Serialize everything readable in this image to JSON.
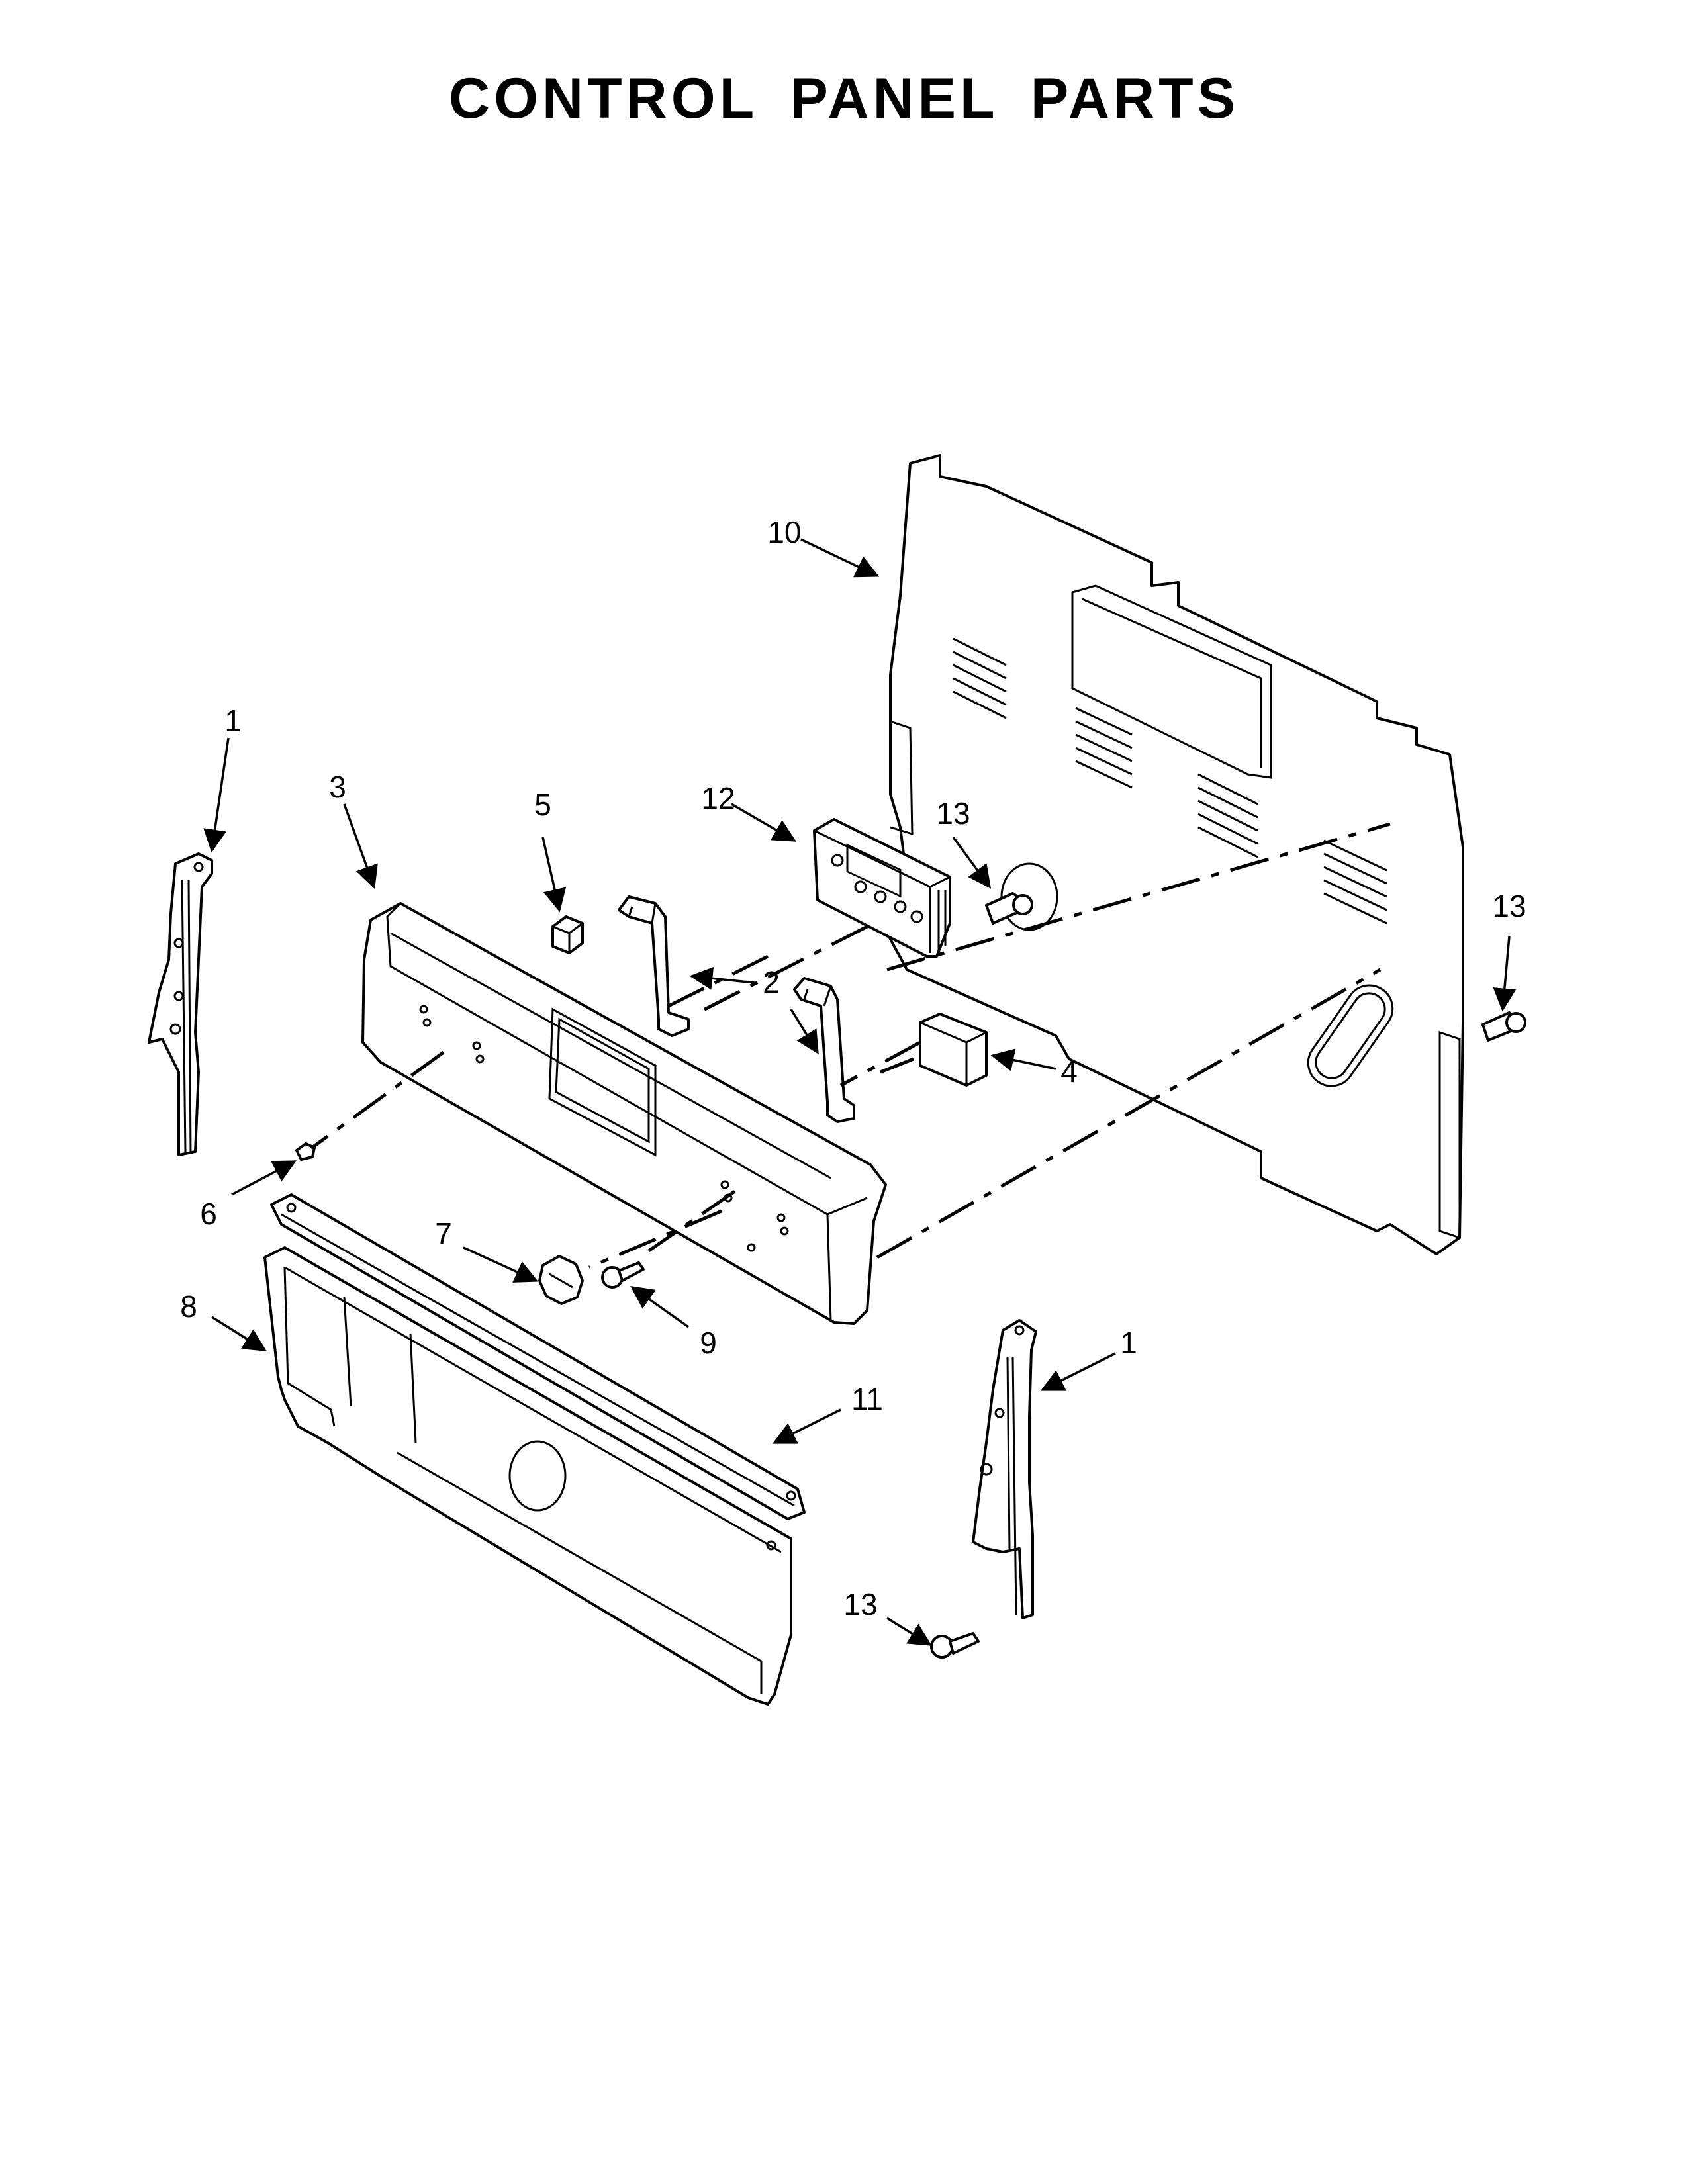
{
  "title": "CONTROL PANEL PARTS",
  "callouts": {
    "c1_left": "1",
    "c1_right": "1",
    "c2": "2",
    "c3": "3",
    "c4": "4",
    "c5": "5",
    "c6": "6",
    "c7": "7",
    "c8": "8",
    "c9": "9",
    "c10": "10",
    "c11": "11",
    "c12": "12",
    "c13_top": "13",
    "c13_right": "13",
    "c13_bottom": "13"
  }
}
